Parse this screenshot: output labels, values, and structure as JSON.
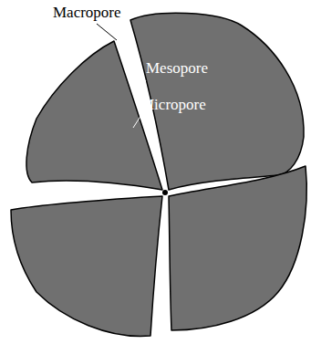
{
  "diagram": {
    "labels": [
      "Macropore",
      "Mesopore",
      "Micropore"
    ]
  }
}
